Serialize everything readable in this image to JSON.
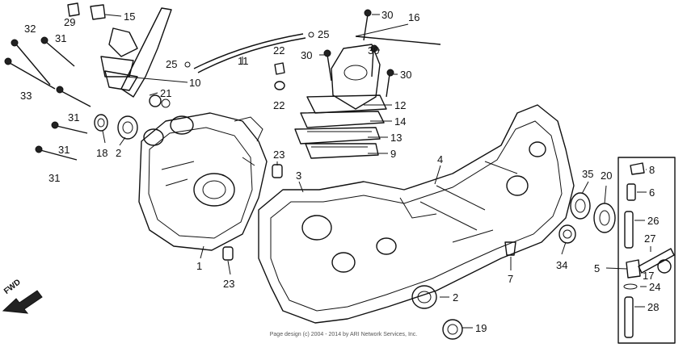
{
  "fwd_label": "FWD",
  "copyright": "Page design (c) 2004 - 2014 by ARI Network Services, Inc.",
  "callouts": {
    "c1": "1",
    "c2a": "2",
    "c2b": "2",
    "c3": "3",
    "c4": "4",
    "c5": "5",
    "c6": "6",
    "c7": "7",
    "c8": "8",
    "c9": "9",
    "c10": "10",
    "c11": "11",
    "c12": "12",
    "c13": "13",
    "c14": "14",
    "c15": "15",
    "c16": "16",
    "c17": "17",
    "c18": "18",
    "c19": "19",
    "c20": "20",
    "c21": "21",
    "c22a": "22",
    "c22b": "22",
    "c23a": "23",
    "c23b": "23",
    "c24": "24",
    "c25a": "25",
    "c25b": "25",
    "c26": "26",
    "c27": "27",
    "c28": "28",
    "c29": "29",
    "c30a": "30",
    "c30b": "30",
    "c30c": "30",
    "c30d": "30",
    "c31a": "31",
    "c31b": "31",
    "c31c": "31",
    "c31d": "31",
    "c32": "32",
    "c33": "33",
    "c34": "34",
    "c35": "35"
  }
}
